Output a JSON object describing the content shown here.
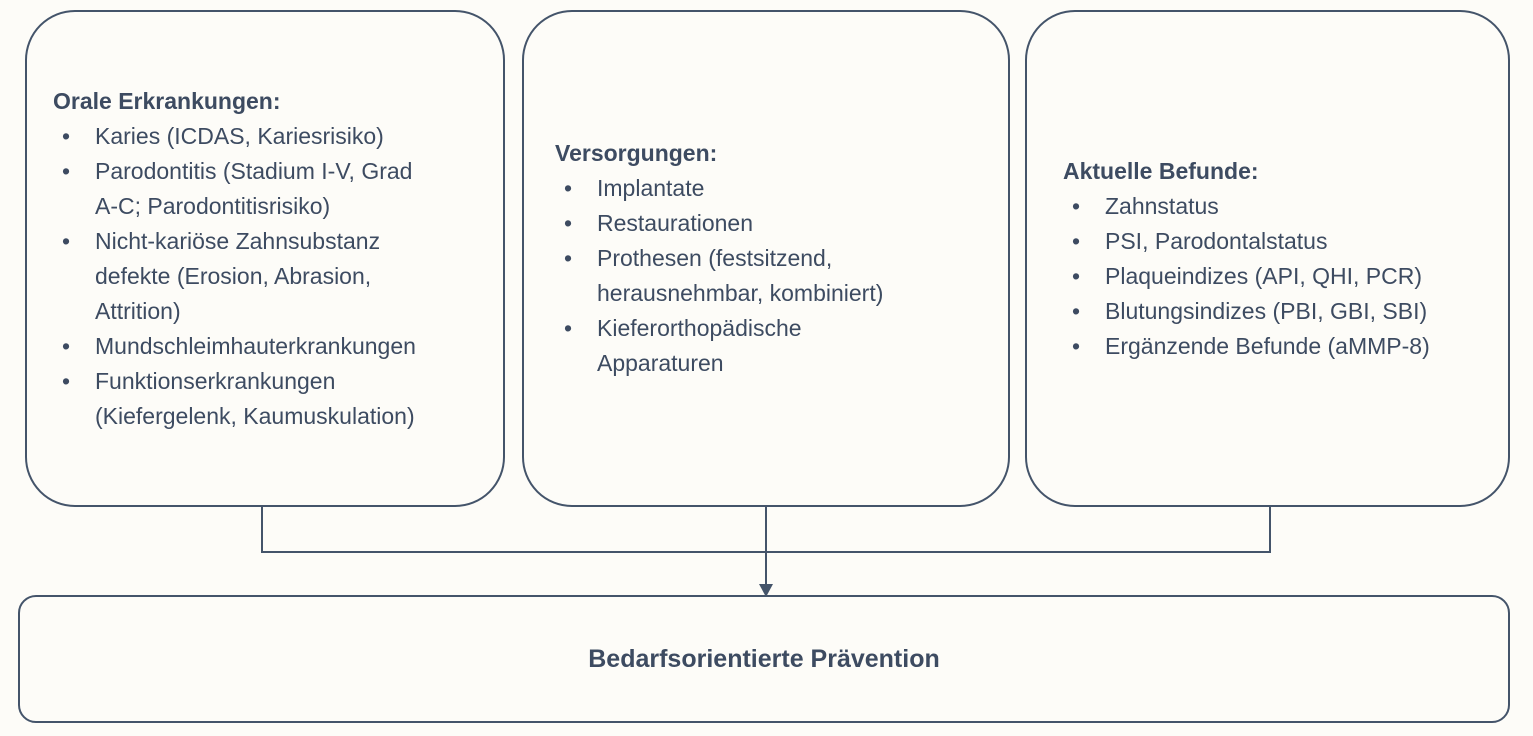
{
  "colors": {
    "accent": "#44546A",
    "text": "#3D4B61",
    "background": "#FDFCF8"
  },
  "icons": {
    "bullet": "•",
    "arrow_down": "▼"
  },
  "boxes": [
    {
      "title": "Orale Erkrankungen:",
      "items": [
        "Karies (ICDAS, Kariesrisiko)",
        "Parodontitis (Stadium I-V, Grad A-C; Parodontitisrisiko)",
        "Nicht-kariöse Zahnsubstanz defekte (Erosion, Abrasion, Attrition)",
        "Mundschleimhauterkrankungen",
        "Funktionserkrankungen (Kiefergelenk, Kaumuskulation)"
      ]
    },
    {
      "title": "Versorgungen:",
      "items": [
        "Implantate",
        "Restaurationen",
        "Prothesen (festsitzend, herausnehmbar, kombiniert)",
        "Kieferorthopädische Apparaturen"
      ]
    },
    {
      "title": "Aktuelle Befunde:",
      "items": [
        "Zahnstatus",
        "PSI, Parodontalstatus",
        "Plaqueindizes (API, QHI, PCR)",
        "Blutungsindizes (PBI, GBI, SBI)",
        "Ergänzende Befunde (aMMP-8)"
      ]
    }
  ],
  "result_box": {
    "label": "Bedarfsorientierte Prävention"
  }
}
